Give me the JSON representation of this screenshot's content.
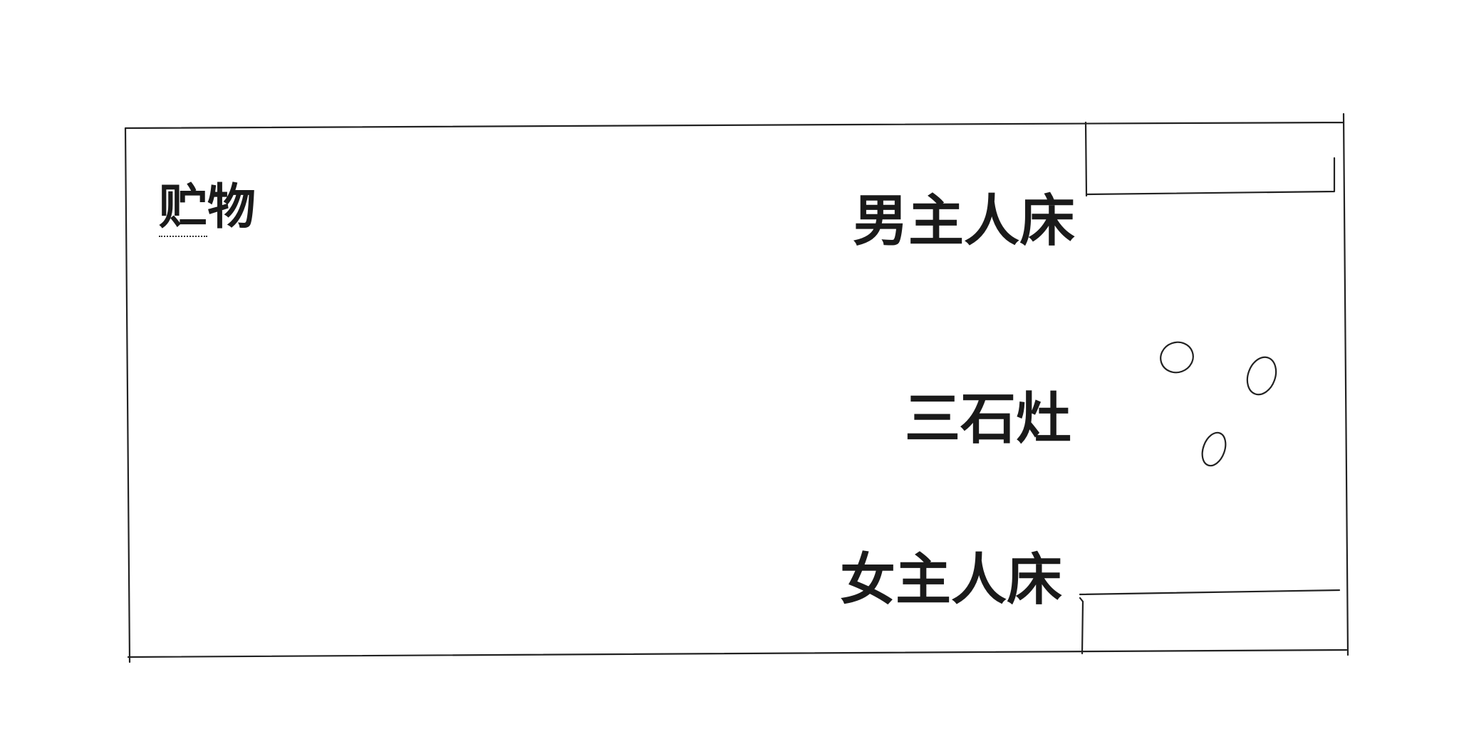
{
  "labels": {
    "storage": "贮物",
    "storage_underlined": "贮",
    "storage_rest": "物",
    "male_bed": "男主人床",
    "stove": "三石灶",
    "female_bed": "女主人床"
  },
  "colors": {
    "line": "#222222",
    "text": "#1a1a1a"
  }
}
